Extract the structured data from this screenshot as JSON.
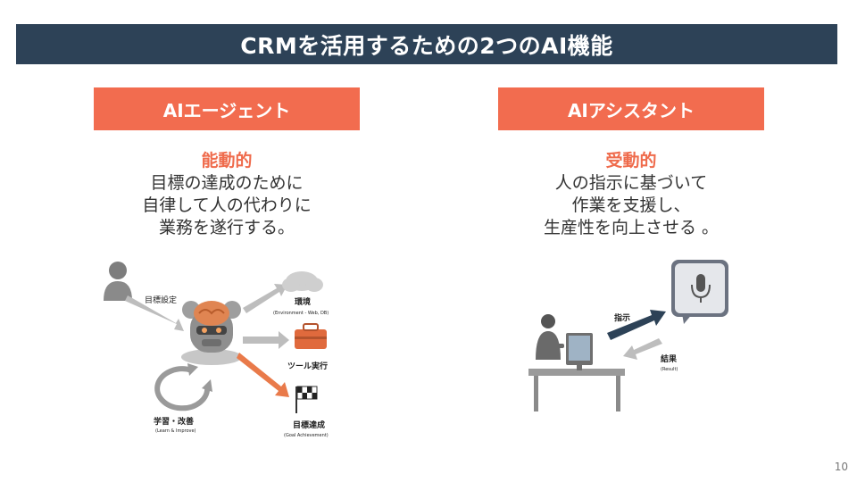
{
  "slide": {
    "title": "CRMを活用するための2つのAI機能",
    "page_number": "10"
  },
  "left": {
    "header": "AIエージェント",
    "subhead": "能動的",
    "lines": [
      "目標の達成のために",
      "自律して人の代わりに",
      "業務を遂行する。"
    ],
    "illustration": {
      "goal_setting": "目標設定",
      "environment": "環境",
      "environment_sub": "(Environment - Web, DB)",
      "tool_execution": "ツール実行",
      "learn_improve": "学習・改善",
      "learn_improve_sub": "(Learn & Improve)",
      "goal_achievement": "目標達成",
      "goal_achievement_sub": "(Goal Achievement)"
    }
  },
  "right": {
    "header": "AIアシスタント",
    "subhead": "受動的",
    "lines": [
      "人の指示に基づいて",
      "作業を支援し、",
      "生産性を向上させる 。"
    ],
    "illustration": {
      "instruction": "指示",
      "result": "結果",
      "result_sub": "(Result)"
    }
  },
  "colors": {
    "title_bar": "#2d4257",
    "accent": "#f26c4f"
  },
  "icons": [
    "person-icon",
    "robot-icon",
    "cloud-icon",
    "toolbox-icon",
    "flag-icon",
    "cycle-arrow-icon",
    "user-at-desk-icon",
    "microphone-speech-icon"
  ]
}
